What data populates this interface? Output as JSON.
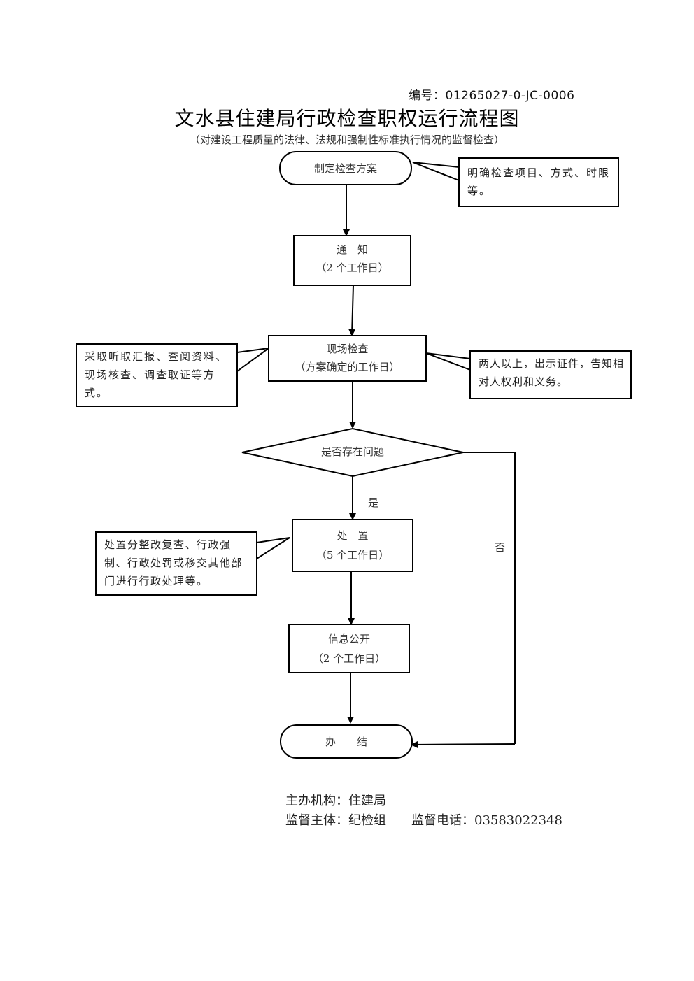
{
  "header": {
    "doc_number": "编号：01265027-0-JC-0006",
    "title": "文水县住建局行政检查职权运行流程图",
    "subtitle": "（对建设工程质量的法律、法规和强制性标准执行情况的监督检查）"
  },
  "flow": {
    "nodes": {
      "start": {
        "label": "制定检查方案"
      },
      "notify": {
        "label": "通　知",
        "duration": "（2 个工作日）"
      },
      "inspect": {
        "label": "现场检查",
        "duration": "（方案确定的工作日）"
      },
      "decision": {
        "label": "是否存在问题"
      },
      "handle": {
        "label": "处　置",
        "duration": "（5 个工作日）"
      },
      "publish": {
        "label": "信息公开",
        "duration": "（2 个工作日）"
      },
      "end": {
        "label": "办　　结"
      }
    },
    "notes": {
      "plan_note": "明确检查项目、方式、时限等。",
      "inspect_method_note": "采取听取汇报、查阅资料、现场核查、调查取证等方式。",
      "inspect_rule_note": "两人以上，出示证件，告知相对人权利和义务。",
      "handle_note": "处置分整改复查、行政强制、行政处罚或移交其他部门进行行政处理等。"
    },
    "branch_labels": {
      "yes": "是",
      "no": "否"
    }
  },
  "footer": {
    "organizer": "主办机构：住建局",
    "supervisor": "监督主体：纪检组",
    "phone": "监督电话：03583022348"
  }
}
